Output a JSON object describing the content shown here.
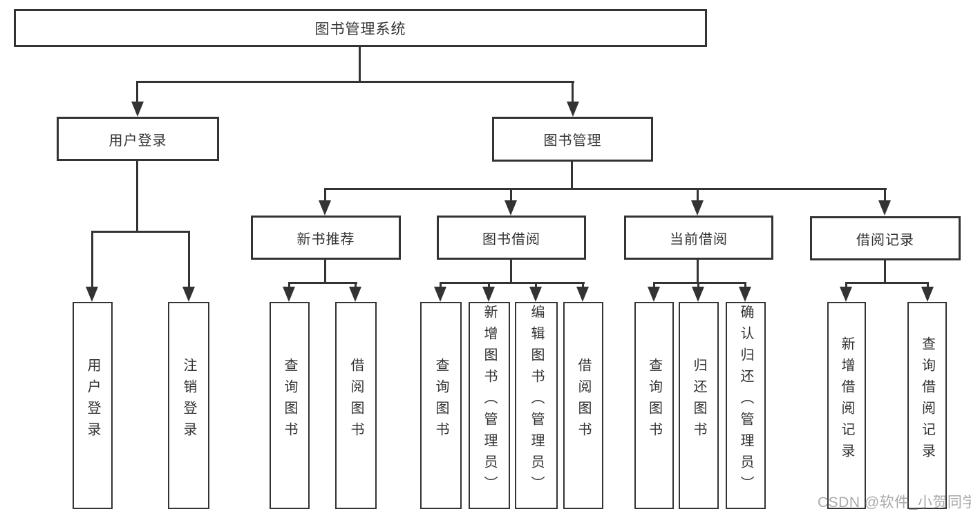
{
  "tree": {
    "label": "图书管理系统",
    "children": [
      {
        "label": "用户登录",
        "children": [
          {
            "label": "用户登录"
          },
          {
            "label": "注销登录"
          }
        ]
      },
      {
        "label": "图书管理",
        "children": [
          {
            "label": "新书推荐",
            "children": [
              {
                "label": "查询图书"
              },
              {
                "label": "借阅图书"
              }
            ]
          },
          {
            "label": "图书借阅",
            "children": [
              {
                "label": "查询图书"
              },
              {
                "label": "新增图书（管理员）"
              },
              {
                "label": "编辑图书（管理员）"
              },
              {
                "label": "借阅图书"
              }
            ]
          },
          {
            "label": "当前借阅",
            "children": [
              {
                "label": "查询图书"
              },
              {
                "label": "归还图书"
              },
              {
                "label": "确认归还（管理员）"
              }
            ]
          },
          {
            "label": "借阅记录",
            "children": [
              {
                "label": "新增借阅记录"
              },
              {
                "label": "查询借阅记录"
              }
            ]
          }
        ]
      }
    ]
  },
  "watermark": "CSDN @软件_小贺同学",
  "colors": {
    "line": "#333333",
    "text": "#333333",
    "watermark": "#919191",
    "background": "#ffffff"
  }
}
